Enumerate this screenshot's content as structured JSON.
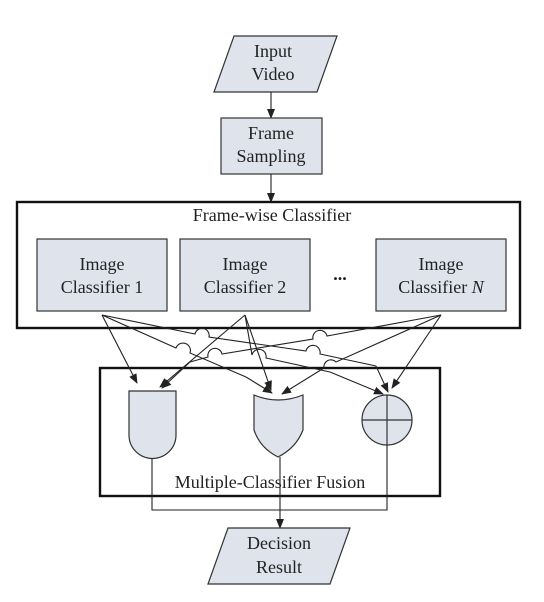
{
  "input_node": {
    "line1": "Input",
    "line2": "Video"
  },
  "sampling_node": {
    "line1": "Frame",
    "line2": "Sampling"
  },
  "framewise_group": {
    "title": "Frame-wise Classifier"
  },
  "classifiers": [
    {
      "line1": "Image",
      "line2": "Classifier 1",
      "suffix": ""
    },
    {
      "line1": "Image",
      "line2": "Classifier 2",
      "suffix": ""
    },
    {
      "line1": "Image",
      "line2": "Classifier ",
      "suffix": "N"
    }
  ],
  "ellipsis": "...",
  "fusion_group": {
    "title": "Multiple-Classifier Fusion"
  },
  "fusion_gates": [
    "and-gate-icon",
    "or-gate-icon",
    "circled-plus-icon"
  ],
  "output_node": {
    "line1": "Decision",
    "line2": "Result"
  },
  "colors": {
    "node_fill": "#dfe3ec",
    "stroke": "#222222"
  }
}
